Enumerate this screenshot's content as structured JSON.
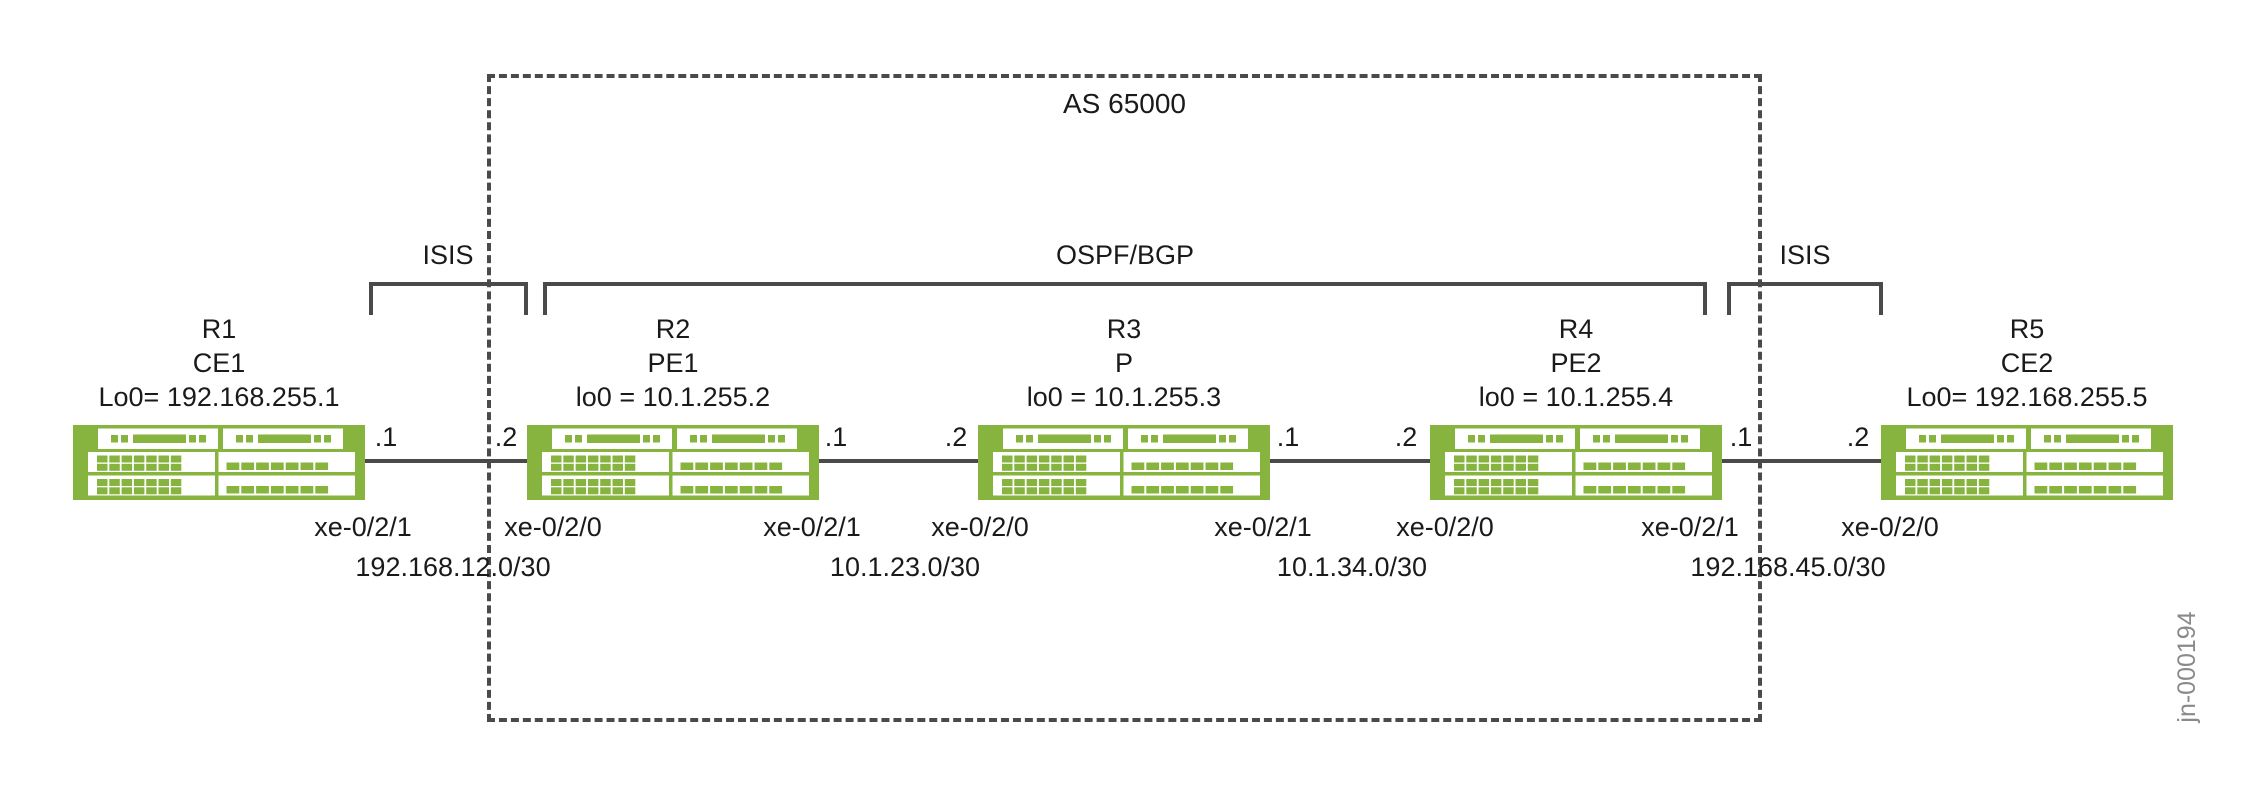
{
  "diagram": {
    "as_label": "AS 65000",
    "figure_id": "jn-000194"
  },
  "brackets": {
    "isis_left": "ISIS",
    "ospf_bgp": "OSPF/BGP",
    "isis_right": "ISIS"
  },
  "routers": [
    {
      "name": "R1",
      "role": "CE1",
      "loopback": "Lo0= 192.168.255.1",
      "right_interface": "xe-0/2/1"
    },
    {
      "name": "R2",
      "role": "PE1",
      "loopback": "lo0 = 10.1.255.2",
      "left_interface": "xe-0/2/0",
      "right_interface": "xe-0/2/1"
    },
    {
      "name": "R3",
      "role": "P",
      "loopback": "lo0 = 10.1.255.3",
      "left_interface": "xe-0/2/0",
      "right_interface": "xe-0/2/1"
    },
    {
      "name": "R4",
      "role": "PE2",
      "loopback": "lo0 = 10.1.255.4",
      "left_interface": "xe-0/2/0",
      "right_interface": "xe-0/2/1"
    },
    {
      "name": "R5",
      "role": "CE2",
      "loopback": "Lo0= 192.168.255.5",
      "left_interface": "xe-0/2/0"
    }
  ],
  "links": [
    {
      "left_ip": ".1",
      "right_ip": ".2",
      "subnet": "192.168.12.0/30"
    },
    {
      "left_ip": ".1",
      "right_ip": ".2",
      "subnet": "10.1.23.0/30"
    },
    {
      "left_ip": ".1",
      "right_ip": ".2",
      "subnet": "10.1.34.0/30"
    },
    {
      "left_ip": ".1",
      "right_ip": ".2",
      "subnet": "192.168.45.0/30"
    }
  ],
  "colors": {
    "router_green": "#86B43E",
    "line_gray": "#4A4A4A",
    "text_dark": "#1A1A1A",
    "figure_id_gray": "#8A8A8A"
  }
}
